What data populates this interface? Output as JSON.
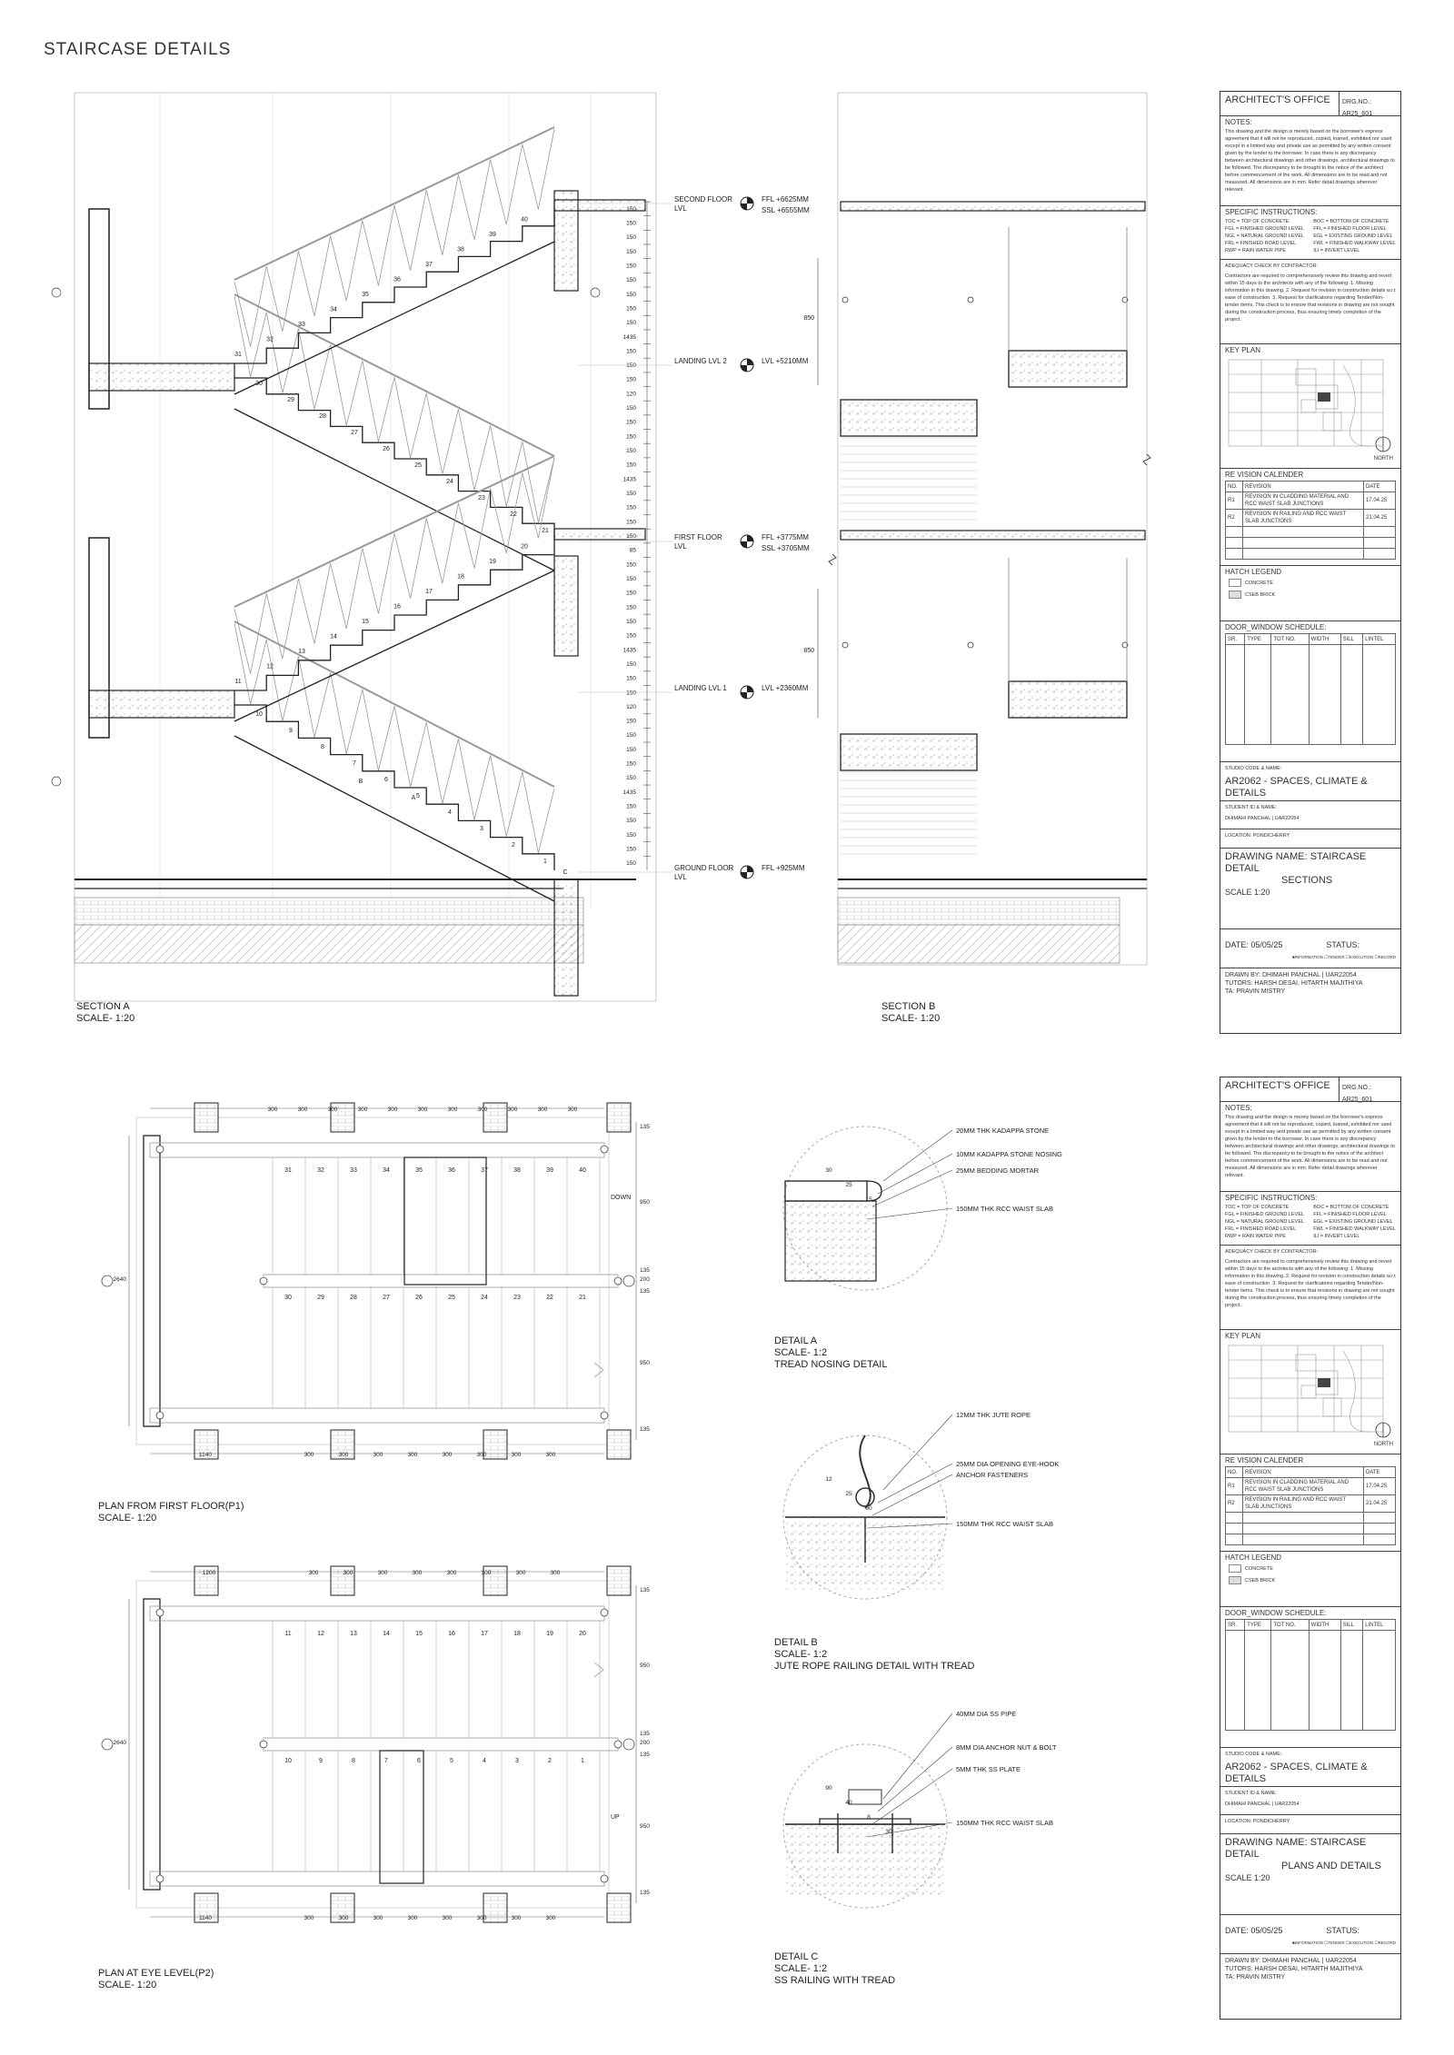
{
  "sheet_title": "STAIRCASE DETAILS",
  "section_a": {
    "caption_name": "SECTION A",
    "caption_scale": "SCALE- 1:20",
    "levels": [
      {
        "name": "SECOND FLOOR",
        "name2": "LVL",
        "value1": "FFL +6625MM",
        "value2": "SSL +6555MM"
      },
      {
        "name": "LANDING LVL 2",
        "name2": "",
        "value1": "LVL +5210MM",
        "value2": ""
      },
      {
        "name": "FIRST FLOOR",
        "name2": "LVL",
        "value1": "FFL +3775MM",
        "value2": "SSL +3705MM"
      },
      {
        "name": "LANDING LVL 1",
        "name2": "",
        "value1": "LVL +2360MM",
        "value2": ""
      },
      {
        "name": "GROUND FLOOR",
        "name2": "LVL",
        "value1": "FFL +925MM",
        "value2": ""
      }
    ],
    "dims": [
      "150",
      "150",
      "150",
      "150",
      "150",
      "150",
      "150",
      "150",
      "150",
      "1435",
      "150",
      "150",
      "150",
      "120",
      "150",
      "150",
      "150",
      "150",
      "150",
      "1435",
      "150",
      "150",
      "150",
      "150",
      "85",
      "150",
      "150",
      "150",
      "150",
      "150",
      "150",
      "1435",
      "150",
      "150",
      "150",
      "120",
      "150",
      "150",
      "150",
      "150",
      "150",
      "1435",
      "150",
      "150",
      "150",
      "150",
      "150"
    ],
    "step_numbers": [
      "1",
      "2",
      "3",
      "4",
      "5",
      "6",
      "7",
      "8",
      "9",
      "10",
      "11",
      "12",
      "13",
      "14",
      "15",
      "16",
      "17",
      "18",
      "19",
      "20",
      "21",
      "22",
      "23",
      "24",
      "25",
      "26",
      "27",
      "28",
      "29",
      "30",
      "31",
      "32",
      "33",
      "34",
      "35",
      "36",
      "37",
      "38",
      "39",
      "40"
    ],
    "marks": [
      "A",
      "B",
      "C"
    ]
  },
  "section_b": {
    "caption_name": "SECTION B",
    "caption_scale": "SCALE- 1:20",
    "dims": [
      "850",
      "850"
    ]
  },
  "plan_p1": {
    "caption_name": "PLAN FROM FIRST FLOOR(P1)",
    "caption_scale": "SCALE- 1:20",
    "top_dims": [
      "300",
      "300",
      "300",
      "300",
      "300",
      "300",
      "300",
      "300",
      "300",
      "300",
      "300"
    ],
    "bottom_first": "1140",
    "bottom_dims": [
      "300",
      "300",
      "300",
      "300",
      "300",
      "300",
      "300",
      "300"
    ],
    "upper_steps": [
      "31",
      "32",
      "33",
      "34",
      "35",
      "36",
      "37",
      "38",
      "39",
      "40"
    ],
    "lower_steps": [
      "30",
      "29",
      "28",
      "27",
      "26",
      "25",
      "24",
      "23",
      "22",
      "21"
    ],
    "right_dims": [
      "135",
      "950",
      "135",
      "200",
      "135",
      "950",
      "135"
    ],
    "left_dim": "2640",
    "direction": "DOWN"
  },
  "plan_p2": {
    "caption_name": "PLAN AT EYE LEVEL(P2)",
    "caption_scale": "SCALE- 1:20",
    "top_first": "1200",
    "top_dims": [
      "300",
      "300",
      "300",
      "300",
      "300",
      "300",
      "300",
      "300"
    ],
    "bottom_first": "1140",
    "bottom_dims": [
      "300",
      "300",
      "300",
      "300",
      "300",
      "300",
      "300",
      "300"
    ],
    "upper_steps": [
      "11",
      "12",
      "13",
      "14",
      "15",
      "16",
      "17",
      "18",
      "19",
      "20"
    ],
    "lower_steps": [
      "10",
      "9",
      "8",
      "7",
      "6",
      "5",
      "4",
      "3",
      "2",
      "1"
    ],
    "right_dims": [
      "135",
      "950",
      "135",
      "200",
      "135",
      "950",
      "135"
    ],
    "left_dim": "2640",
    "direction": "UP"
  },
  "detail_a": {
    "caption_name": "DETAIL A",
    "caption_scale": "SCALE- 1:2",
    "caption_desc": "TREAD NOSING DETAIL",
    "labels": [
      "20MM THK KADAPPA STONE",
      "10MM KADAPPA STONE NOSING",
      "25MM BEDDING MORTAR",
      "150MM THK RCC WAIST SLAB"
    ],
    "dims": [
      "30",
      "25",
      "15"
    ]
  },
  "detail_b": {
    "caption_name": "DETAIL B",
    "caption_scale": "SCALE- 1:2",
    "caption_desc": "JUTE ROPE RAILING DETAIL WITH TREAD",
    "labels": [
      "12MM THK JUTE ROPE",
      "25MM DIA OPENING EYE-HOOK",
      "ANCHOR FASTENERS",
      "150MM THK RCC WAIST SLAB"
    ],
    "dims": [
      "12",
      "25",
      "60"
    ]
  },
  "detail_c": {
    "caption_name": "DETAIL C",
    "caption_scale": "SCALE- 1:2",
    "caption_desc": "SS RAILING WITH TREAD",
    "labels": [
      "40MM DIA SS PIPE",
      "8MM DIA ANCHOR NUT & BOLT",
      "5MM THK SS PLATE",
      "150MM THK RCC WAIST SLAB"
    ],
    "dims": [
      "90",
      "40",
      "8",
      "30"
    ]
  },
  "title_block": {
    "office": "ARCHITECT'S OFFICE",
    "drg_no": "DRG.NO.: AR25_601",
    "notes_title": "NOTES:",
    "notes_text": "This drawing and the design is merely based on the borrower's express agreement that it will not be reproduced, copied, loaned, exhibited nor used except in a limited way and private use as permitted by any written consent given by the lender to the borrower. In case there is any discrepancy between architectural drawings and other drawings, architectural drawings to be followed. The discrepancy to be brought to the notice of the architect before commencement of the work. All dimensions are to be read and not measured. All dimensions are in mm. Refer detail drawings wherever relevant.",
    "specific_title": "SPECIFIC INSTRUCTIONS:",
    "abbrev_left": [
      "TOC  = TOP OF CONCRETE",
      "FGL  = FINISHED GROUND LEVEL",
      "NGL  = NATURAL GROUND LEVEL",
      "FRL  = FINISHED ROAD LEVEL",
      "RWP  = RAIN WATER PIPE"
    ],
    "abbrev_right": [
      "BOC  = BOTTOM OF CONCRETE",
      "FFL  = FINISHED FLOOR LEVEL",
      "EGL = EXISTING GROUND LEVEL",
      "FWL = FINISHED WALKWAY LEVEL",
      "ILI  = INVERT LEVEL"
    ],
    "adequacy_title": "ADEQUACY CHECK BY CONTRACTOR:",
    "adequacy_text": "Contractors are required to comprehensively review this drawing and revert within 15 days to the architects with any of the following: 1. Missing information in this drawing. 2. Request for revision in construction details w.r.t ease of construction. 3. Request for clarifications regarding Tender/Non-tender items. This check is to ensure that revisions in drawing are not sought during the construction process, thus ensuring timely completion of the project.",
    "key_plan": "KEY PLAN",
    "north": "NORTH",
    "revision_title": "RE VISION CALENDER",
    "revision_cols": [
      "NO.",
      "REVISION",
      "DATE"
    ],
    "revisions": [
      {
        "no": "R1",
        "text": "REVISION IN CLADDING MATERIAL AND RCC WAIST SLAB JUNCTIONS",
        "date": "17.04.25"
      },
      {
        "no": "R2",
        "text": "REVISION IN RAILING AND RCC WAIST SLAB JUNCTIONS",
        "date": "21.04.25"
      }
    ],
    "hatch_title": "HATCH LEGEND",
    "hatch_items": [
      "CONCRETE",
      "CSEB BRICK"
    ],
    "schedule_title": "DOOR_WINDOW SCHEDULE:",
    "schedule_cols": [
      "SR.",
      "TYPE",
      "TOT NO.",
      "WIDTH",
      "SILL",
      "LINTEL"
    ],
    "studio_label": "STUDIO CODE & NAME:",
    "studio": "AR2062 - SPACES, CLIMATE & DETAILS",
    "student_label": "STUDENT ID & NAME:",
    "student": "DHIMAHI PANCHAL | UAR22054",
    "location": "LOCATION: PONDICHERRY",
    "drawing_name_label": "DRAWING NAME:",
    "drawing_name_1": "STAIRCASE DETAIL",
    "drawing_sub_1": "SECTIONS",
    "drawing_name_2": "STAIRCASE DETAIL",
    "drawing_sub_2": "PLANS AND DETAILS",
    "scale": "SCALE  1:20",
    "date": "DATE: 05/05/25",
    "status": "STATUS:",
    "purpose": "■INFORMATION ☐TENDER ☐EXECUTION ☐RECORD",
    "drawn_by": "DRAWN BY: DHIMAHI PANCHAL | UAR22054",
    "tutors": "TUTORS: HARSH DESAI, HITARTH MAJITHIYA",
    "ta": "TA: PRAVIN MISTRY"
  }
}
